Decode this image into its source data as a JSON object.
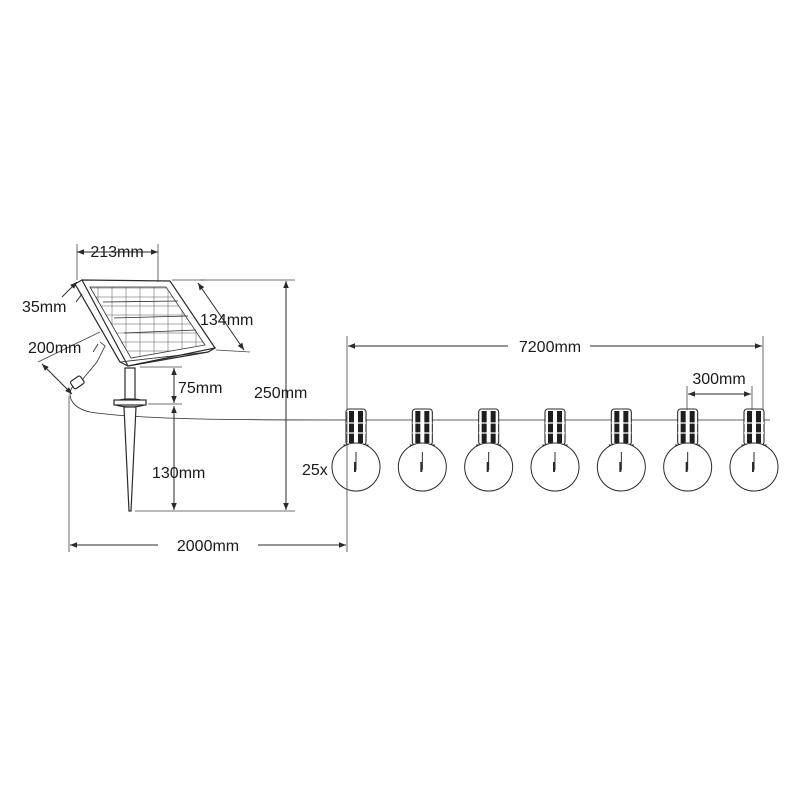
{
  "diagram": {
    "labels": {
      "panel_width": "213mm",
      "panel_thickness": "35mm",
      "panel_depth": "134mm",
      "panel_cable": "200mm",
      "stake_upper": "75mm",
      "stake_lower": "130mm",
      "total_height": "250mm",
      "lead_cable": "2000mm",
      "string_length": "7200mm",
      "bulb_spacing": "300mm",
      "bulb_count": "25x"
    },
    "bulbs_drawn": 7,
    "colors": {
      "line": "#2b2b2b",
      "cap": "#1e1e1e",
      "background": "#ffffff"
    }
  }
}
